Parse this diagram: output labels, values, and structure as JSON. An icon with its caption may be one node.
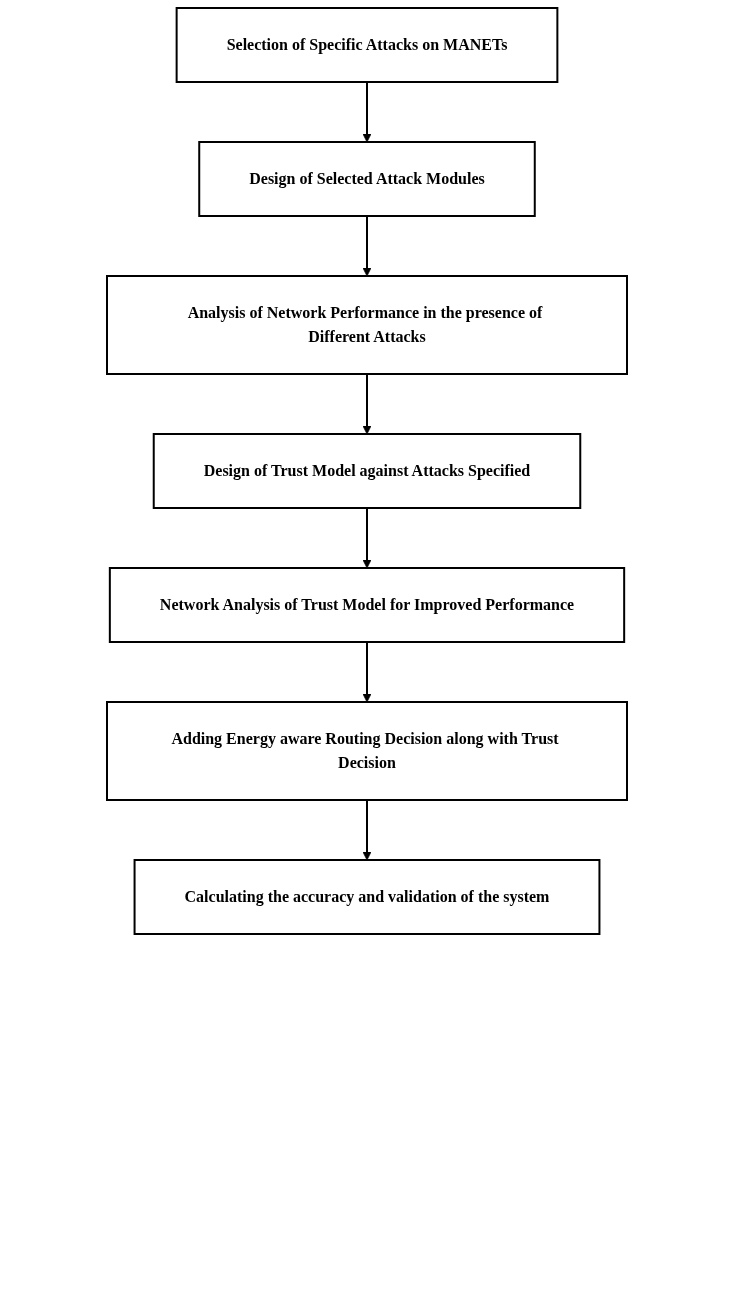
{
  "diagram": {
    "nodes": [
      {
        "text": [
          "Selection of Specific Attacks on MANETs"
        ]
      },
      {
        "text": [
          "Design of Selected Attack Modules"
        ]
      },
      {
        "text": [
          "Analysis of Network Performance in the presence of Different Attacks"
        ]
      },
      {
        "text": [
          "Design of Trust Model against Attacks Specified"
        ]
      },
      {
        "text": [
          "Network Analysis of Trust Model for Improved Performance"
        ]
      },
      {
        "text": [
          "Adding Energy aware Routing Decision along with Trust Decision"
        ]
      },
      {
        "text": [
          "Calculating the accuracy and validation of the system"
        ]
      }
    ],
    "edges": [
      {
        "from": 0,
        "to": 1,
        "arrow": "to"
      },
      {
        "from": 1,
        "to": 2,
        "arrow": "to"
      },
      {
        "from": 2,
        "to": 3,
        "arrow": "to"
      },
      {
        "from": 3,
        "to": 4,
        "arrow": "to"
      },
      {
        "from": 4,
        "to": 5,
        "arrow": "to"
      },
      {
        "from": 5,
        "to": 6,
        "arrow": "to"
      }
    ]
  }
}
